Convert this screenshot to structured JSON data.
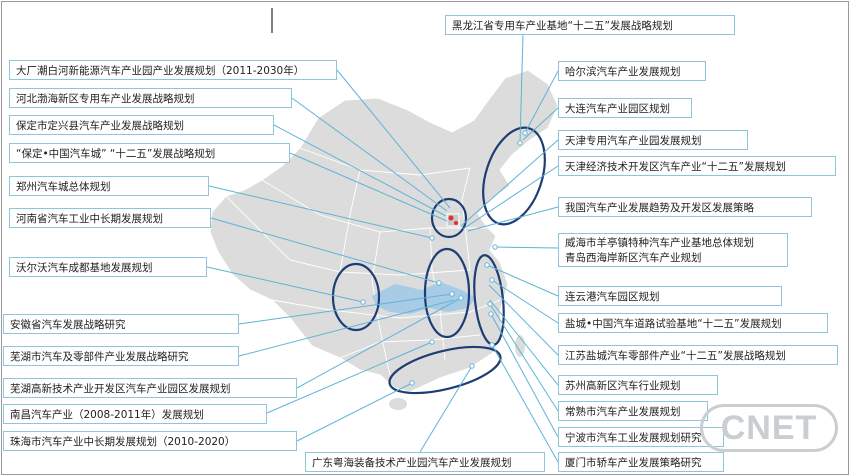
{
  "colors": {
    "line": "#5fb4d6",
    "ellipse": "#1f3d75",
    "map": "#dcdcdc",
    "map_stroke": "#ffffff",
    "highlight": "#a8cbe6",
    "box_border": "#8fc5d8"
  },
  "labels": {
    "heilongjiang": "黑龙江省专用车产业基地“十二五”发展战略规划",
    "dachang": "大厂潮白河新能源汽车产业园产业发展规划（2011-2030年）",
    "hebei_bohai": "河北渤海新区专用车产业发展战略规划",
    "baoding_dingxing": "保定市定兴县汽车产业发展战略规划",
    "baoding_city": "“保定•中国汽车城” “十二五”发展战略规划",
    "zhengzhou": "郑州汽车城总体规划",
    "henan": "河南省汽车工业中长期发展规划",
    "volvo": "沃尔沃汽车成都基地发展规划",
    "anhui": "安徽省汽车发展战略研究",
    "wuhu_parts": "芜湖市汽车及零部件产业发展战略研究",
    "wuhu_hitech": "芜湖高新技术产业开发区汽车产业园区发展规划",
    "nanchang": "南昌汽车产业（2008-2011年）发展规划",
    "zhuhai": "珠海市汽车产业中长期发展规划（2010-2020）",
    "guangdong": "广东粤海装备技术产业园汽车产业发展规划",
    "harbin": "哈尔滨汽车产业发展规划",
    "dalian": "大连汽车产业园区规划",
    "tianjin_special": "天津专用汽车产业园发展规划",
    "tianjin_econ": "天津经济技术开发区汽车产业“十二五”发展规划",
    "national": "我国汽车产业发展趋势及开发区发展策略",
    "weihai": "威海市羊亭镇特种汽车产业基地总体规划",
    "qingdao": "青岛西海岸新区汽车产业规划",
    "lianyungang": "连云港汽车园区规划",
    "yancheng_test": "盐城•中国汽车道路试验基地“十二五”发展规划",
    "jiangsu_yancheng": "江苏盐城汽车零部件产业“十二五”发展战略规划",
    "suzhou": "苏州高新区汽车行业规划",
    "changshu": "常熟市汽车产业发展规划",
    "ningbo": "宁波市汽车工业发展规划研究",
    "xiamen": "厦门市轿车产业发展策略研究"
  },
  "watermark": "CNET"
}
